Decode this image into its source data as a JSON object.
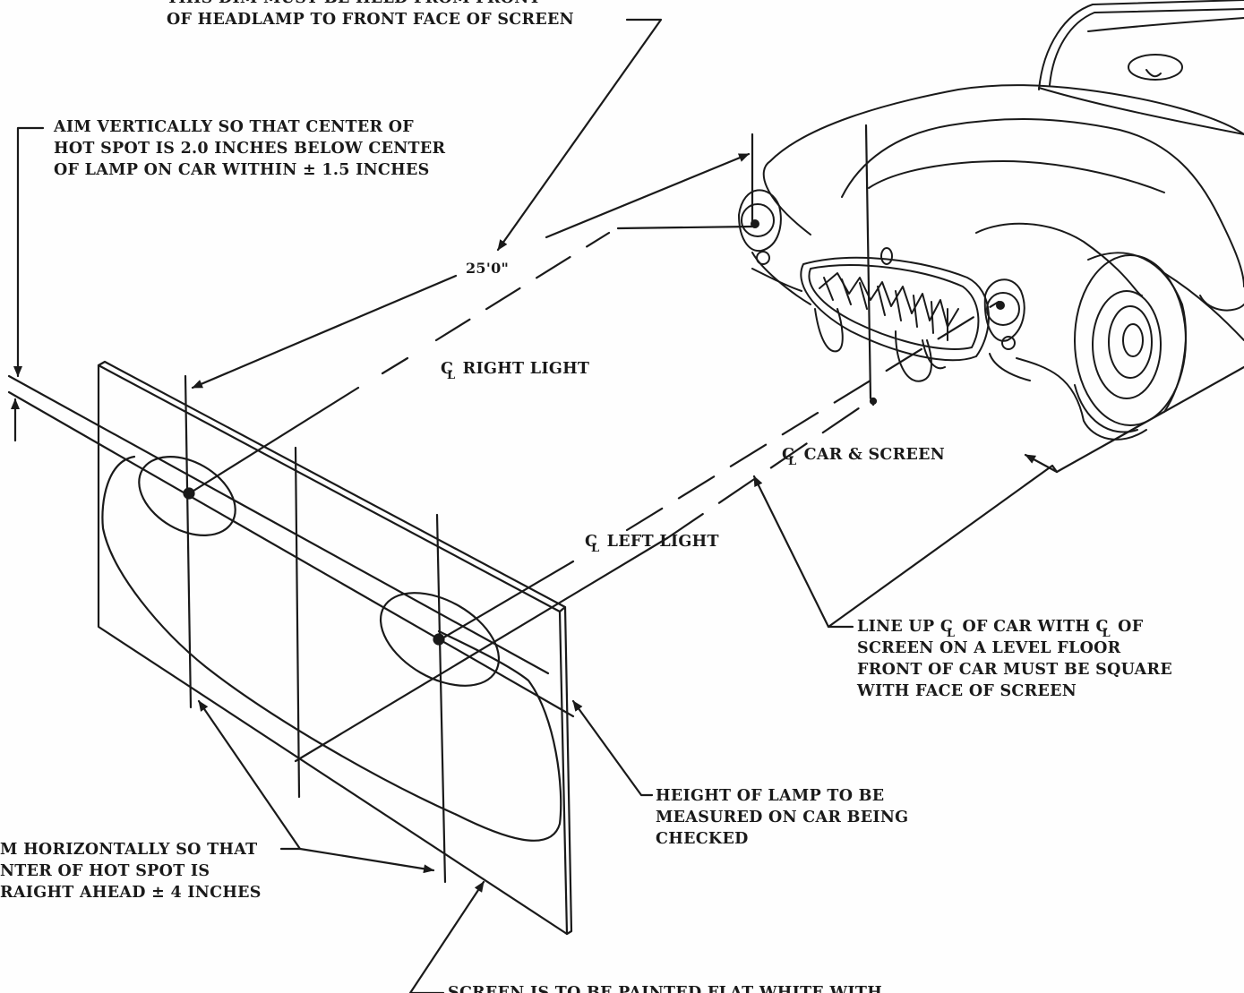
{
  "labels": {
    "dim_note": {
      "line1": "THIS DIM MUST BE HELD FROM FRONT",
      "line2": "OF HEADLAMP TO FRONT FACE OF SCREEN"
    },
    "aim_vertical": {
      "line1": "AIM VERTICALLY SO THAT CENTER OF",
      "line2": "HOT SPOT IS 2.0 INCHES BELOW CENTER",
      "line3": "OF LAMP ON CAR WITHIN ± 1.5 INCHES"
    },
    "distance": "25'0\"",
    "cl_symbol": "C",
    "cl_sub": "L",
    "cl_right_light": "RIGHT LIGHT",
    "cl_car_screen": "CAR & SCREEN",
    "cl_left_light": "LEFT LIGHT",
    "line_up": {
      "part1": "LINE UP",
      "part2": "OF CAR WITH",
      "part3": "OF",
      "line2": "SCREEN ON A LEVEL FLOOR",
      "line3": "FRONT OF CAR MUST BE SQUARE",
      "line4": "WITH FACE OF SCREEN"
    },
    "height_lamp": {
      "line1": "HEIGHT OF LAMP TO BE",
      "line2": "MEASURED ON CAR BEING",
      "line3": "CHECKED"
    },
    "aim_horizontal": {
      "line1": "M HORIZONTALLY SO THAT",
      "line2": "NTER OF HOT SPOT IS",
      "line3": "RAIGHT AHEAD ± 4 INCHES"
    },
    "screen_note": "SCREEN IS TO BE PAINTED FLAT WHITE WITH"
  },
  "colors": {
    "ink": "#1a1a1a",
    "paper": "#fefefe"
  }
}
